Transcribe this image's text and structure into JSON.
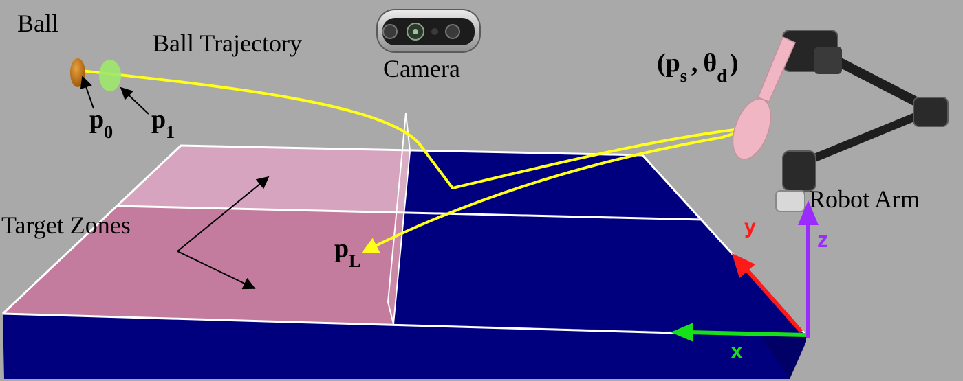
{
  "labels": {
    "ball": "Ball",
    "ball_trajectory": "Ball Trajectory",
    "camera": "Camera",
    "pose_open": "(",
    "pose_p": "p",
    "pose_p_sub": "s",
    "pose_comma": ",",
    "pose_theta": "θ",
    "pose_theta_sub": "d",
    "pose_close": ")",
    "p0_main": "p",
    "p0_sub": "0",
    "p1_main": "p",
    "p1_sub": "1",
    "pL_main": "p",
    "pL_sub": "L",
    "target_zones": "Target Zones",
    "robot_arm": "Robot Arm",
    "axis_x": "x",
    "axis_y": "y",
    "axis_z": "z"
  },
  "colors": {
    "background": "#a9a9a9",
    "table_blue": "#00007f",
    "target_zone_far": "#d6a4bf",
    "target_zone_near": "#c47c9e",
    "trajectory": "#ffff1a",
    "axis_x": "#18e018",
    "axis_y": "#ff1a1a",
    "axis_z": "#9a2cff",
    "ball_p0": "#c87a14",
    "ball_p1": "#9ee86a",
    "paddle": "#f0b6c4"
  }
}
